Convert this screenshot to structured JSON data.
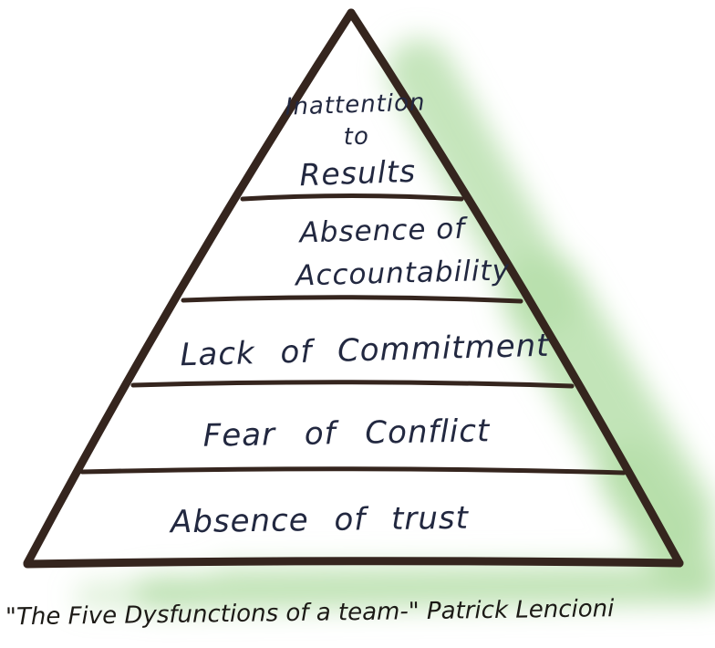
{
  "diagram": {
    "kind": "pyramid",
    "levels": [
      {
        "label": "Inattention to Results",
        "lines": [
          "Inattention",
          "to",
          "Results"
        ]
      },
      {
        "label": "Absence of Accountability",
        "lines": [
          "Absence of",
          "Accountability"
        ]
      },
      {
        "label": "Lack of Commitment",
        "lines": [
          "Lack of Commitment"
        ]
      },
      {
        "label": "Fear of Conflict",
        "lines": [
          "Fear of Conflict"
        ]
      },
      {
        "label": "Absence of trust",
        "lines": [
          "Absence of trust"
        ]
      }
    ],
    "caption": "\"The Five Dysfunctions of a team-\" Patrick Lencioni",
    "colors": {
      "outline_ink": "#35251e",
      "divider_ink": "#35251e",
      "text_ink": "#222840",
      "caption_ink": "#1c1a16",
      "highlight_green": "#b7dfab",
      "background": "#ffffff"
    }
  }
}
